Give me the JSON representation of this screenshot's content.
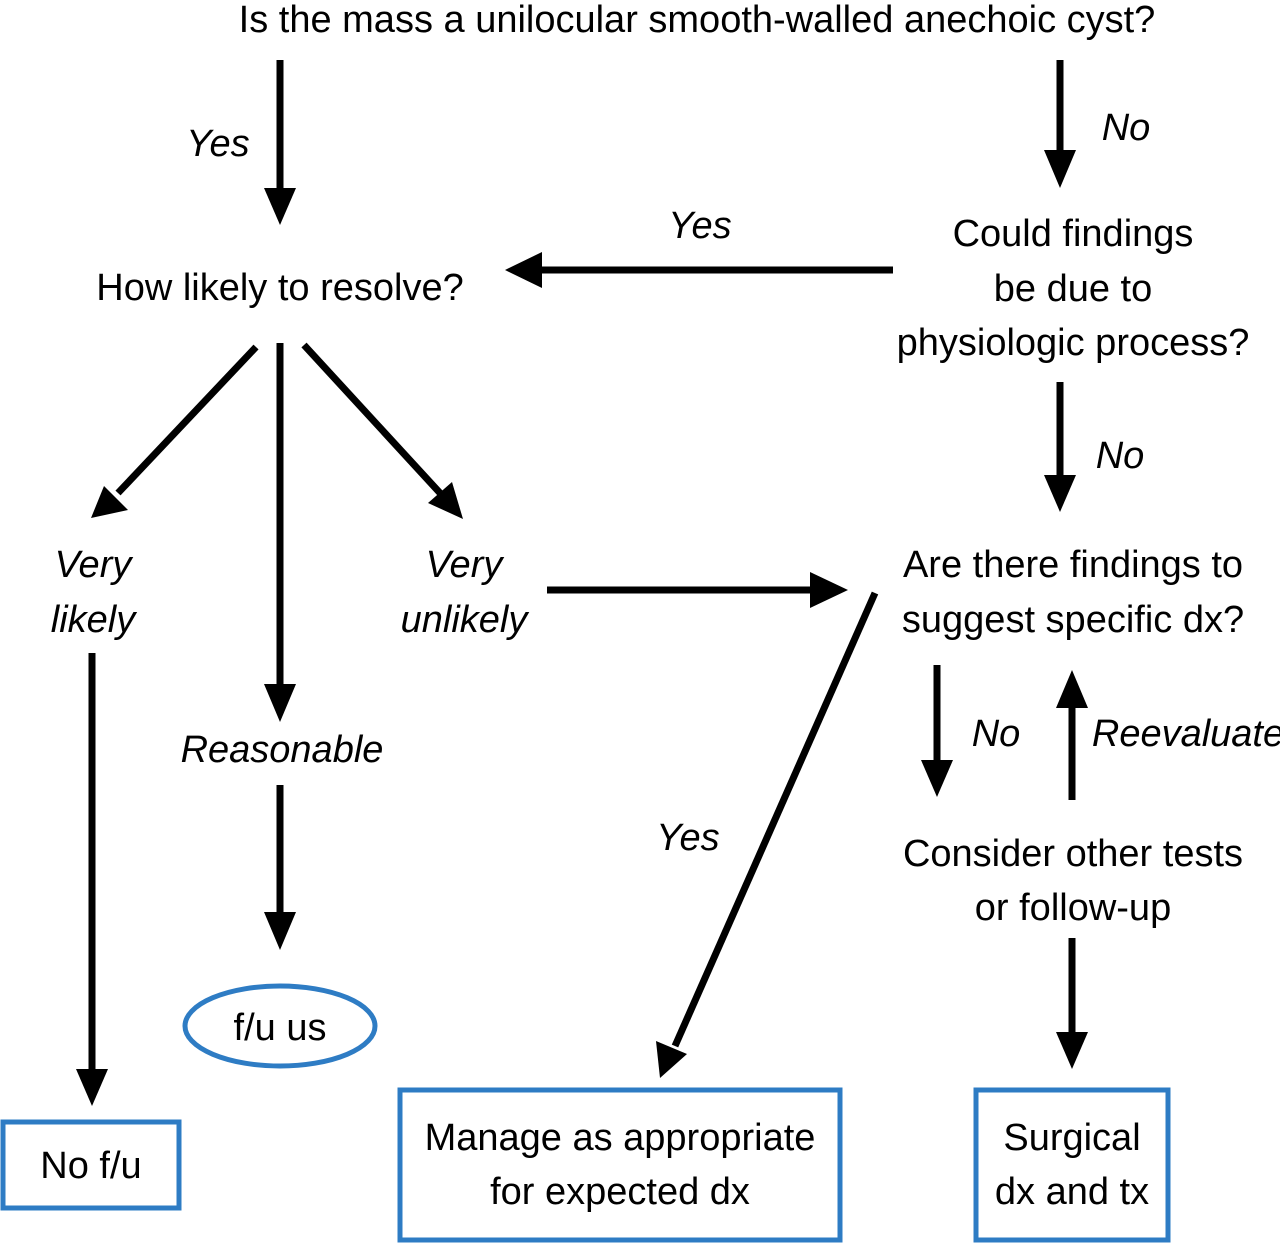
{
  "nodes": {
    "question": "Is the mass a unilocular smooth-walled anechoic cyst?",
    "resolve": "How likely to resolve?",
    "physiologic": [
      "Could findings",
      "be due to",
      "physiologic process?"
    ],
    "specific_dx": [
      "Are there findings to",
      "suggest specific dx?"
    ],
    "very_likely": [
      "Very",
      "likely"
    ],
    "very_unlikely": [
      "Very",
      "unlikely"
    ],
    "reasonable": "Reasonable",
    "other_tests": [
      "Consider other tests",
      "or follow-up"
    ],
    "fu_us": "f/u us",
    "no_fu": "No f/u",
    "manage": [
      "Manage as appropriate",
      "for expected dx"
    ],
    "surgical": [
      "Surgical",
      "dx and tx"
    ]
  },
  "edge_labels": {
    "q_yes": "Yes",
    "q_no": "No",
    "phys_yes": "Yes",
    "phys_no": "No",
    "dx_yes": "Yes",
    "dx_no": "No",
    "reevaluate": "Reevaluate"
  },
  "colors": {
    "outcome_border": "#2e7cc4",
    "ink": "#000000"
  }
}
